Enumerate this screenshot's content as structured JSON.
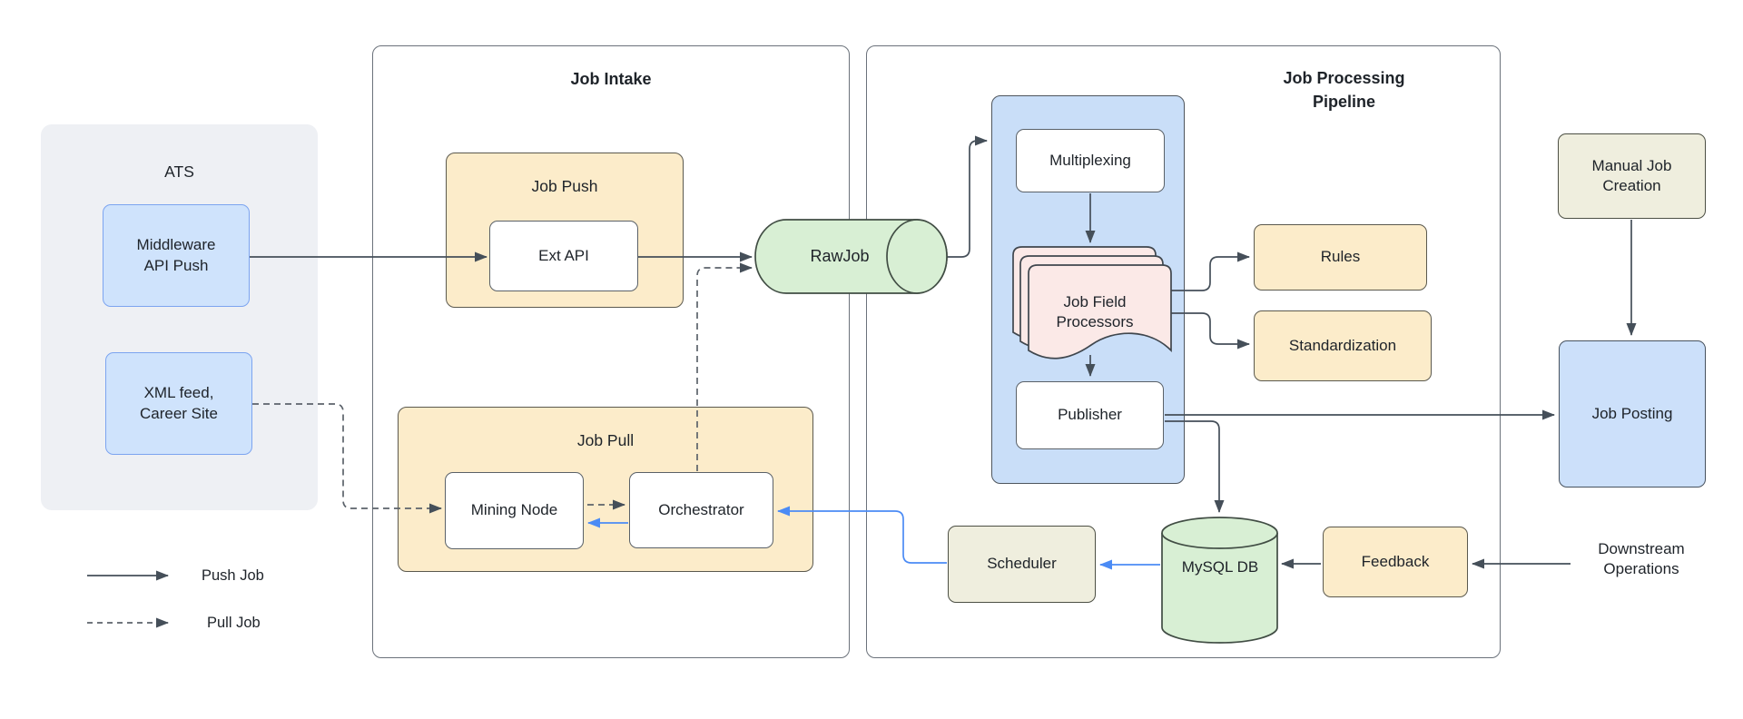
{
  "ats": {
    "title": "ATS",
    "middleware": "Middleware API Push",
    "xml_feed": "XML feed, Career Site"
  },
  "legend": {
    "push": "Push Job",
    "pull": "Pull Job"
  },
  "job_intake": {
    "title": "Job Intake",
    "job_push": {
      "title": "Job Push",
      "ext_api": "Ext API"
    },
    "job_pull": {
      "title": "Job Pull",
      "mining_node": "Mining Node",
      "orchestrator": "Orchestrator"
    }
  },
  "raw_job": "RawJob",
  "pipeline": {
    "title": "Job Processing Pipeline",
    "multiplexing": "Multiplexing",
    "job_field_processors": "Job Field Processors",
    "publisher": "Publisher",
    "rules": "Rules",
    "standardization": "Standardization",
    "scheduler": "Scheduler",
    "mysql_db": "MySQL DB",
    "feedback": "Feedback"
  },
  "right": {
    "manual_job_creation": "Manual Job Creation",
    "job_posting": "Job Posting",
    "downstream_operations": "Downstream Operations"
  },
  "colors": {
    "ats_fill": "#eef0f4",
    "node_blue_fill": "#cfe3fc",
    "node_blue_border": "#7ca4f0",
    "container_blue_fill": "#c9def8",
    "tan_fill": "#fcecca",
    "beige_fill": "#efeede",
    "green_fill": "#d8efd4",
    "pink_fill": "#fbe9e7",
    "arrow_dark": "#454f59",
    "arrow_blue": "#4b8bf5"
  }
}
